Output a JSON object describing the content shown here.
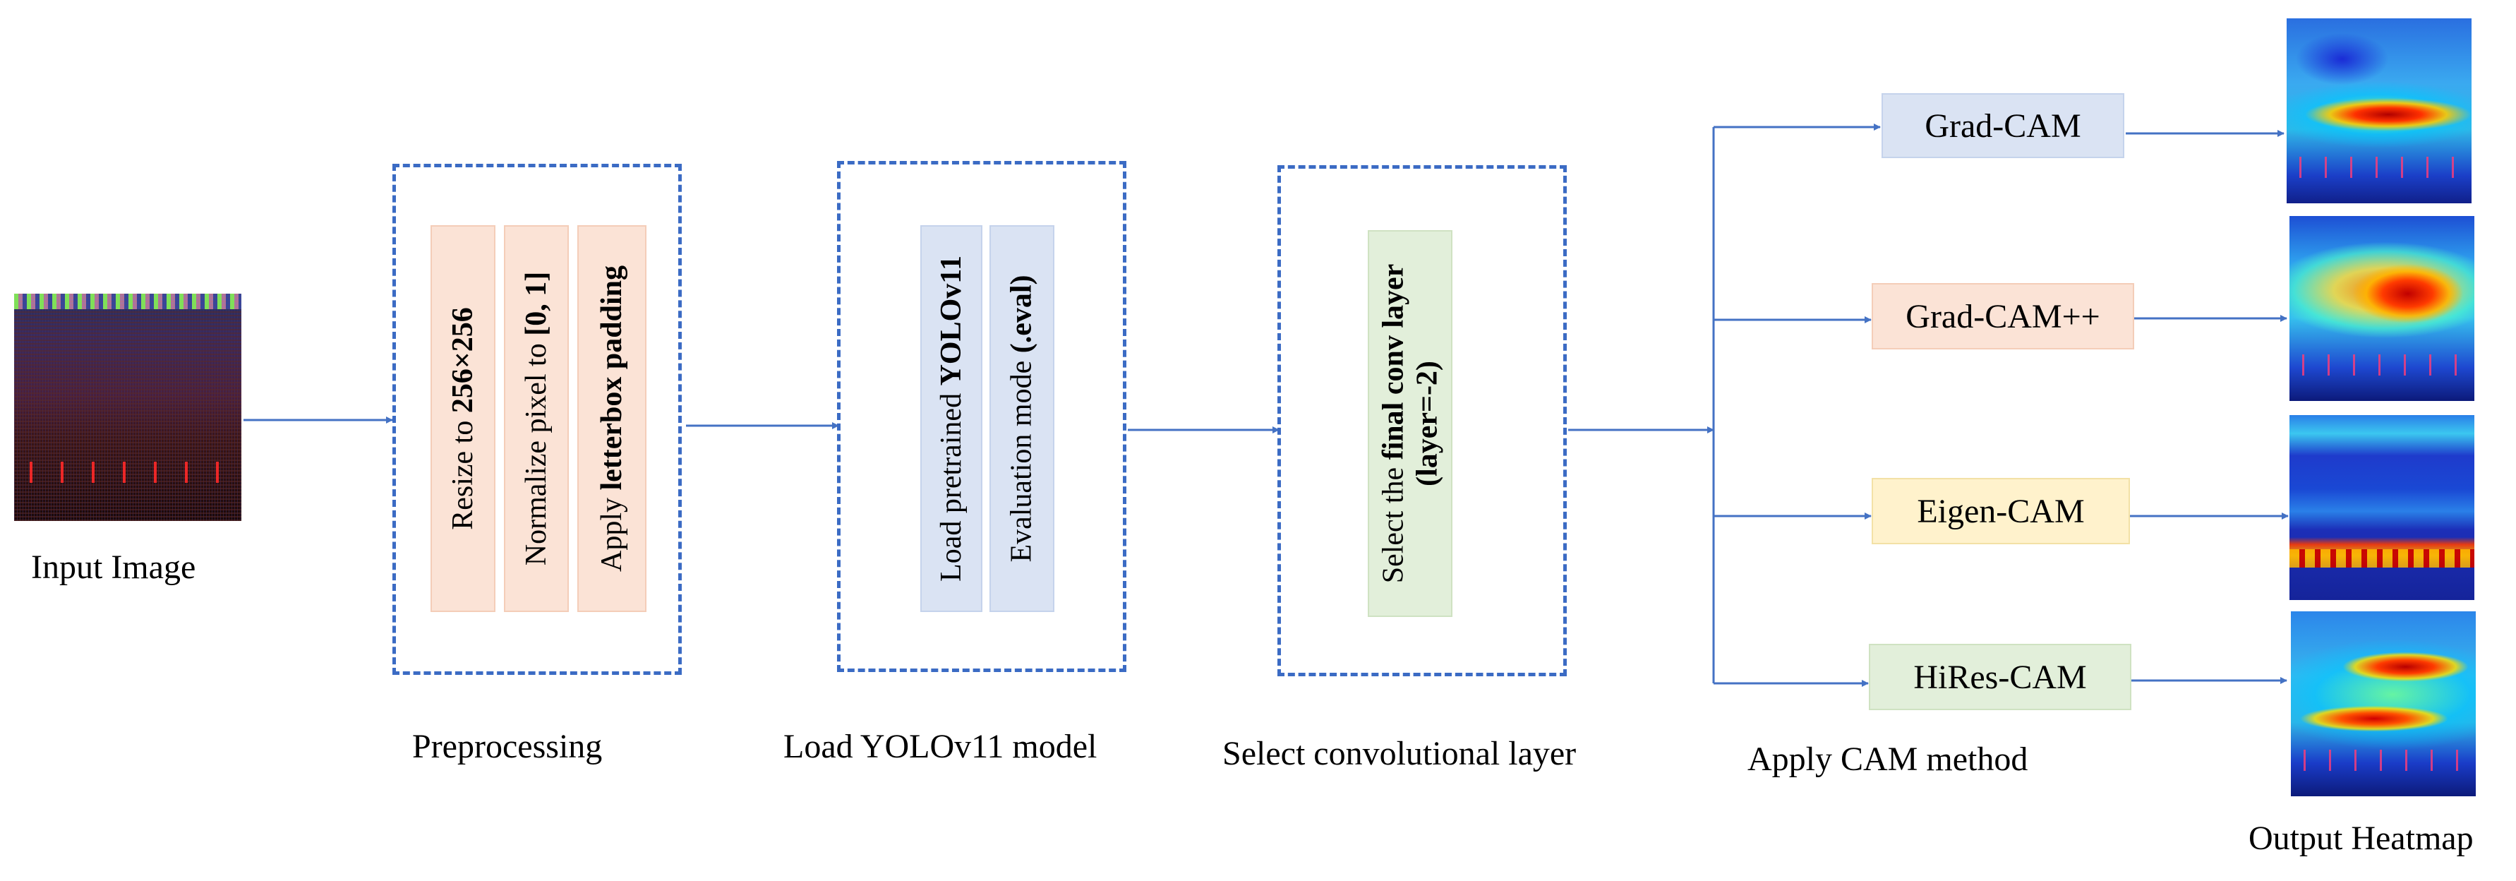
{
  "input": {
    "caption": "Input Image"
  },
  "preprocessing": {
    "caption": "Preprocessing",
    "steps": [
      {
        "prefix": "Resize to ",
        "bold": "256×256",
        "suffix": ""
      },
      {
        "prefix": "Normalize pixel to ",
        "bold": "[0, 1]",
        "suffix": ""
      },
      {
        "prefix": "Apply ",
        "bold": "letterbox padding",
        "suffix": ""
      }
    ]
  },
  "model": {
    "caption": "Load YOLOv11 model",
    "steps": [
      {
        "prefix": "Load pretrained ",
        "bold": "YOLOv11",
        "suffix": ""
      },
      {
        "prefix": "Evaluation mode ",
        "bold": "(.eval)",
        "suffix": ""
      }
    ]
  },
  "layer": {
    "caption": "Select convolutional layer",
    "line1_prefix": "Select the ",
    "line1_bold": "final conv layer",
    "line2_bold": "(layer=-2)"
  },
  "cam": {
    "caption": "Apply CAM method",
    "methods": [
      "Grad-CAM",
      "Grad-CAM++",
      "Eigen-CAM",
      "HiRes-CAM"
    ]
  },
  "output": {
    "caption": "Output Heatmap"
  },
  "colors": {
    "arrow": "#4472c4",
    "dashed_border": "#3b6bc4",
    "peach": "#fbe3d6",
    "blue": "#dae3f3",
    "green": "#e2efda",
    "yellow": "#fff2cc"
  }
}
